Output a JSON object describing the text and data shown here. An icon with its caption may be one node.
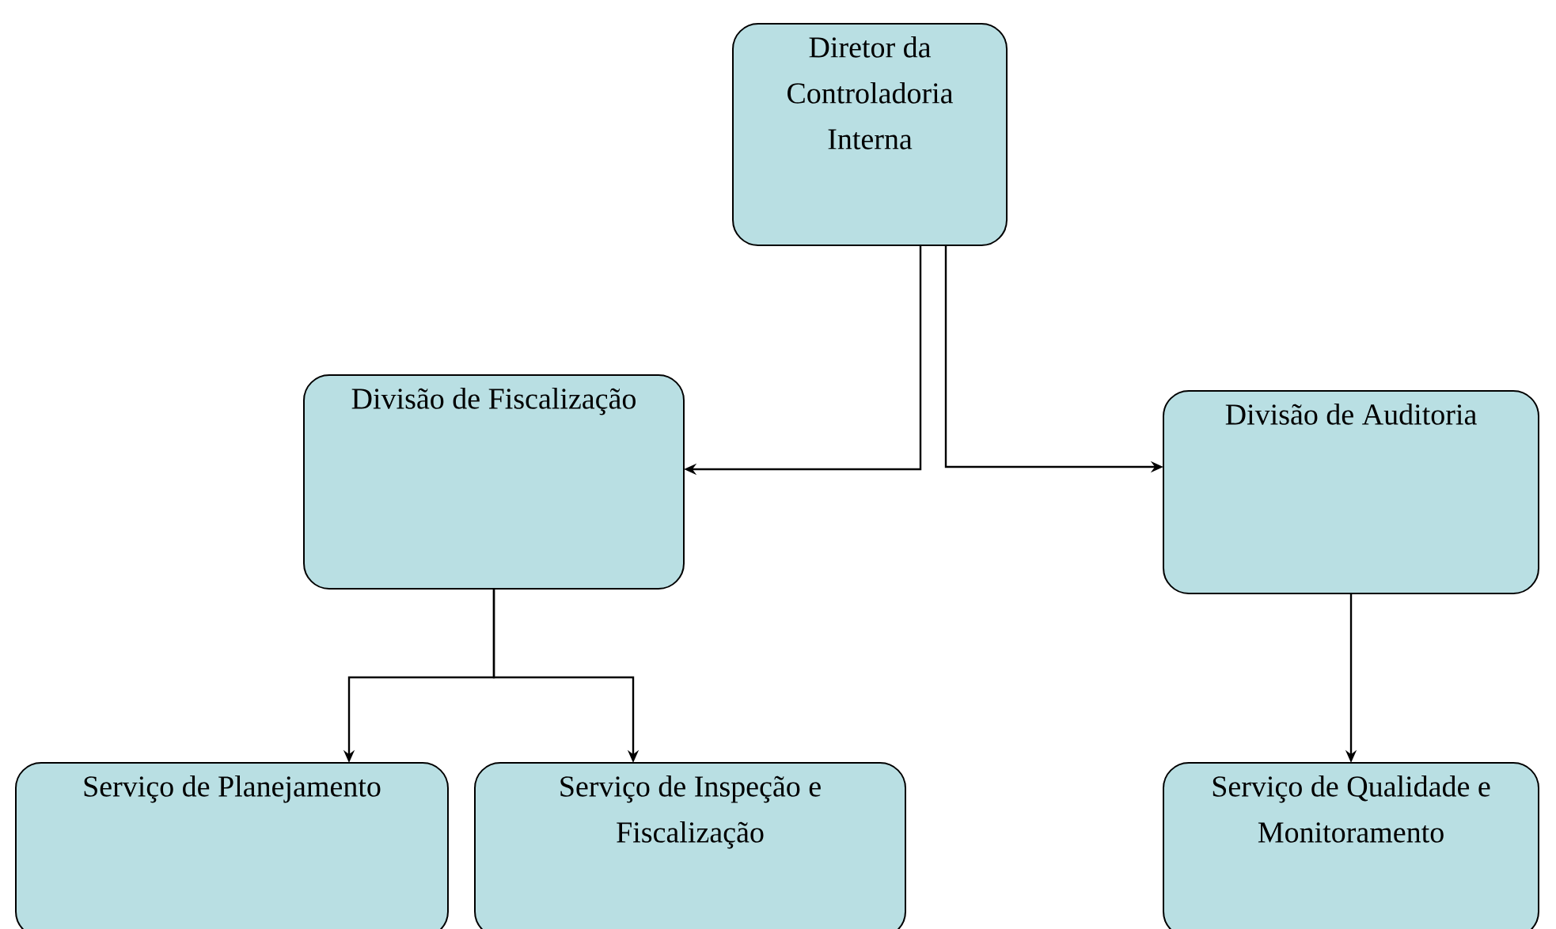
{
  "diagram": {
    "nodes": [
      {
        "text": [
          "Diretor da Controladoria Interna"
        ]
      },
      {
        "text": [
          "Divisão de Fiscalização"
        ]
      },
      {
        "text": [
          "Divisão de Auditoria"
        ]
      },
      {
        "text": [
          "Serviço de Planejamento"
        ]
      },
      {
        "text": [
          "Serviço de Inspeção e Fiscalização"
        ]
      },
      {
        "text": [
          "Serviço de Qualidade e Monitoramento"
        ]
      }
    ],
    "edges": [
      {
        "from": 0,
        "to": 1,
        "arrow": "to"
      },
      {
        "from": 0,
        "to": 2,
        "arrow": "to"
      },
      {
        "from": 1,
        "to": 3,
        "arrow": "to"
      },
      {
        "from": 1,
        "to": 4,
        "arrow": "to"
      },
      {
        "from": 2,
        "to": 5,
        "arrow": "to"
      }
    ]
  }
}
